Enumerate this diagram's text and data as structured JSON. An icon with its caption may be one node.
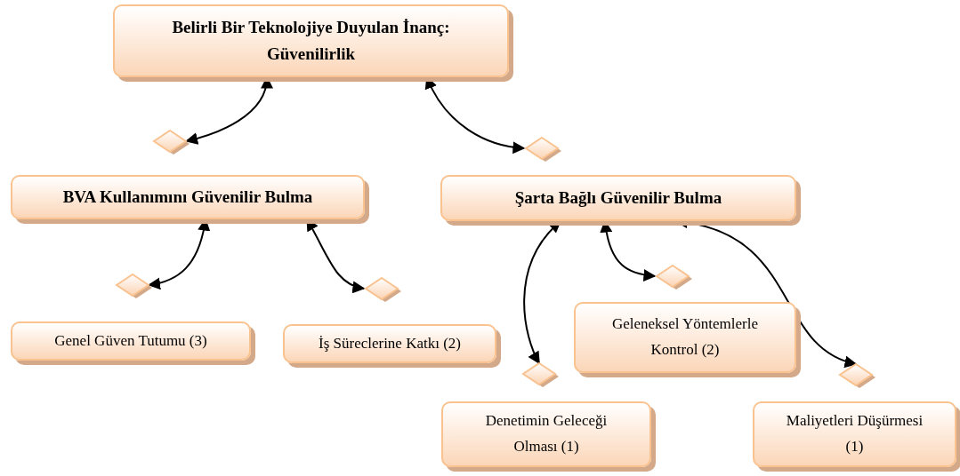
{
  "diagram": {
    "nodes": [
      {
        "text": [
          "Belirli Bir Teknolojiye Duyulan İnanç: Güvenilirlik"
        ]
      },
      {
        "text": [
          "BVA Kullanımını Güvenilir Bulma"
        ]
      },
      {
        "text": [
          "Şarta Bağlı Güvenilir Bulma"
        ]
      },
      {
        "text": [
          "Genel Güven Tutumu (3)"
        ]
      },
      {
        "text": [
          "İş Süreclerine Katkı (2)"
        ]
      },
      {
        "text": [
          "Geleneksel Yöntemlerle Kontrol (2)"
        ]
      },
      {
        "text": [
          "Denetimin Geleceği Olması (1)"
        ]
      },
      {
        "text": [
          "Maliyetleri Düşürmesi (1)"
        ]
      },
      {
        "text": [],
        "shape": "diamond"
      },
      {
        "text": [],
        "shape": "diamond"
      },
      {
        "text": [],
        "shape": "diamond"
      },
      {
        "text": [],
        "shape": "diamond"
      },
      {
        "text": [],
        "shape": "diamond"
      },
      {
        "text": [],
        "shape": "diamond"
      },
      {
        "text": [],
        "shape": "diamond"
      }
    ],
    "edges": [
      {
        "from": 0,
        "to": 8,
        "arrow": "both"
      },
      {
        "from": 0,
        "to": 9,
        "arrow": "both"
      },
      {
        "from": 1,
        "to": 10,
        "arrow": "both"
      },
      {
        "from": 1,
        "to": 11,
        "arrow": "both"
      },
      {
        "from": 2,
        "to": 13,
        "arrow": "both"
      },
      {
        "from": 2,
        "to": 12,
        "arrow": "both"
      },
      {
        "from": 2,
        "to": 14,
        "arrow": "both"
      }
    ]
  }
}
